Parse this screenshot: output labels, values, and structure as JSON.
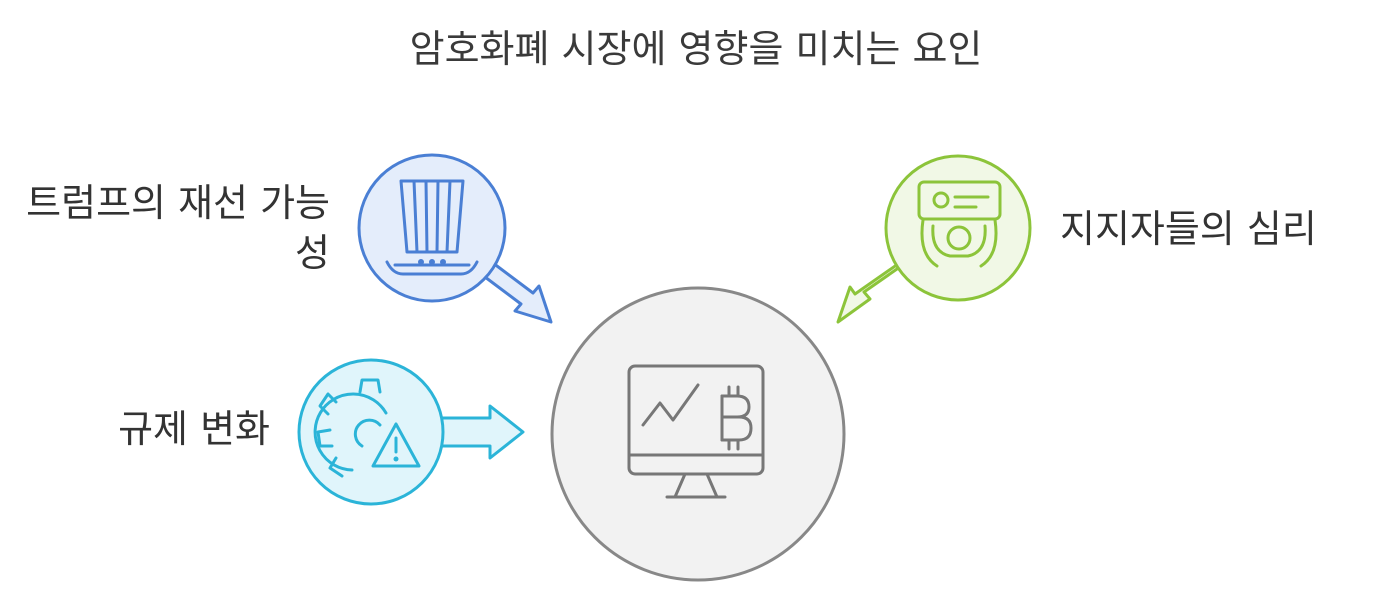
{
  "title": "암호화폐 시장에 영향을 미치는 요인",
  "center": {
    "icon": "bitcoin-chart-monitor-icon",
    "fill": "#f2f2f2",
    "stroke": "#888888"
  },
  "factors": [
    {
      "id": "trump",
      "label": "트럼프의 재선 가능성",
      "icon": "voting-ballot-box-icon",
      "color": "#4a7fd4",
      "fill": "#e4edfb"
    },
    {
      "id": "regulation",
      "label": "규제 변화",
      "icon": "gear-warning-icon",
      "color": "#2bb4d8",
      "fill": "#e0f5fb"
    },
    {
      "id": "supporters",
      "label": "지지자들의 심리",
      "icon": "id-card-profile-icon",
      "color": "#8cc43a",
      "fill": "#f1f8e6"
    }
  ]
}
